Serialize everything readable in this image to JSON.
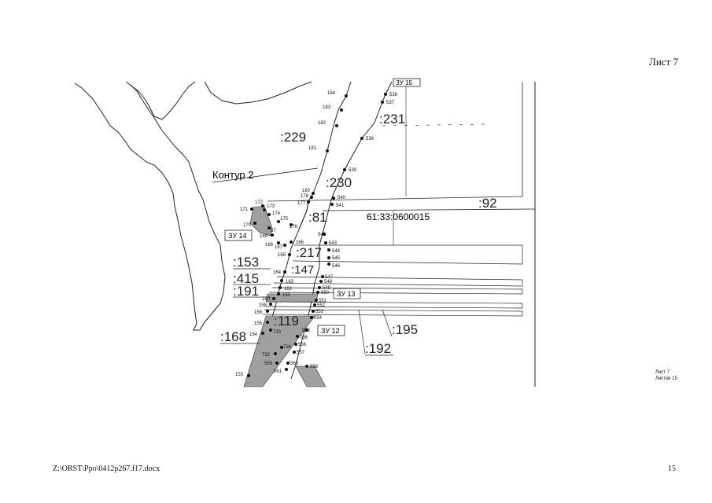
{
  "header": {
    "sheet_label": "Лист 7"
  },
  "footer": {
    "file_path": "Z:\\ORST\\Ppo\\0412p267.f17.docx",
    "page_number": "15"
  },
  "sheet_note": {
    "line1": "Лист 7",
    "line2": "Листов 15"
  },
  "map": {
    "contour_label": "Контур 2",
    "quarter_number": "61:33:0600015",
    "zu_labels": {
      "zu12": "ЗУ 12",
      "zu13": "ЗУ 13",
      "zu14": "ЗУ 14",
      "zu15": "ЗУ 15"
    },
    "parcels": {
      "p229": ":229",
      "p231": ":231",
      "p230": ":230",
      "p92": ":92",
      "p81": ":81",
      "p217": ":217",
      "p147": ":147",
      "p153": ":153",
      "p415": ":415",
      "p191": ":191",
      "p119": ":119",
      "p168": ":168",
      "p195": ":195",
      "p192": ":192"
    },
    "points": [
      {
        "id": "184",
        "lbl": "184"
      },
      {
        "id": "183",
        "lbl": "183"
      },
      {
        "id": "182",
        "lbl": "182"
      },
      {
        "id": "181",
        "lbl": "181"
      },
      {
        "id": "180",
        "lbl": "180"
      },
      {
        "id": "178",
        "lbl": "178"
      },
      {
        "id": "177",
        "lbl": "177"
      },
      {
        "id": "536",
        "lbl": "536"
      },
      {
        "id": "537",
        "lbl": "537"
      },
      {
        "id": "538",
        "lbl": "538"
      },
      {
        "id": "539",
        "lbl": "539"
      },
      {
        "id": "540",
        "lbl": "540"
      },
      {
        "id": "541",
        "lbl": "541"
      },
      {
        "id": "172",
        "lbl": "172"
      },
      {
        "id": "173",
        "lbl": "173"
      },
      {
        "id": "171",
        "lbl": "171"
      },
      {
        "id": "174",
        "lbl": "174"
      },
      {
        "id": "170",
        "lbl": "170"
      },
      {
        "id": "175",
        "lbl": "175"
      },
      {
        "id": "176",
        "lbl": "176"
      },
      {
        "id": "37",
        "lbl": "37"
      },
      {
        "id": "169",
        "lbl": "169"
      },
      {
        "id": "168",
        "lbl": "168"
      },
      {
        "id": "167",
        "lbl": "167"
      },
      {
        "id": "166",
        "lbl": "166"
      },
      {
        "id": "165",
        "lbl": "165"
      },
      {
        "id": "164",
        "lbl": "164"
      },
      {
        "id": "163",
        "lbl": "163"
      },
      {
        "id": "162",
        "lbl": "162"
      },
      {
        "id": "161",
        "lbl": "161"
      },
      {
        "id": "160",
        "lbl": "160"
      },
      {
        "id": "158",
        "lbl": "158"
      },
      {
        "id": "156",
        "lbl": "156"
      },
      {
        "id": "155",
        "lbl": "155"
      },
      {
        "id": "154",
        "lbl": "154"
      },
      {
        "id": "733",
        "lbl": "733"
      },
      {
        "id": "736",
        "lbl": "736"
      },
      {
        "id": "734",
        "lbl": "734"
      },
      {
        "id": "732",
        "lbl": "732"
      },
      {
        "id": "153",
        "lbl": "153"
      },
      {
        "id": "542",
        "lbl": "542"
      },
      {
        "id": "543",
        "lbl": "543"
      },
      {
        "id": "544",
        "lbl": "544"
      },
      {
        "id": "545",
        "lbl": "545"
      },
      {
        "id": "546",
        "lbl": "546"
      },
      {
        "id": "547",
        "lbl": "547"
      },
      {
        "id": "548",
        "lbl": "548"
      },
      {
        "id": "549",
        "lbl": "549"
      },
      {
        "id": "550",
        "lbl": "550"
      },
      {
        "id": "551",
        "lbl": "551"
      },
      {
        "id": "552",
        "lbl": "552"
      },
      {
        "id": "553",
        "lbl": "553"
      },
      {
        "id": "554",
        "lbl": "554"
      },
      {
        "id": "555",
        "lbl": "555"
      },
      {
        "id": "556",
        "lbl": "556"
      },
      {
        "id": "557",
        "lbl": "557"
      },
      {
        "id": "558",
        "lbl": "558"
      },
      {
        "id": "559",
        "lbl": "559"
      },
      {
        "id": "560",
        "lbl": "560"
      },
      {
        "id": "561",
        "lbl": "561"
      }
    ]
  }
}
